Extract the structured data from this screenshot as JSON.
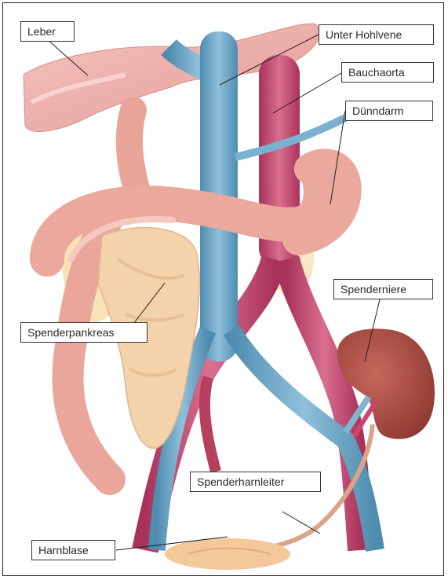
{
  "labels": {
    "leber": "Leber",
    "vena_cava": "Unter Hohlvene",
    "aorta": "Bauchaorta",
    "duenndarm": "Dünndarm",
    "spenderniere": "Spenderniere",
    "spenderpankreas": "Spenderpankreas",
    "spenderharnleiter": "Spenderharnleiter",
    "harnblase": "Harnblase"
  },
  "colors": {
    "vein": "#6aa3c6",
    "artery": "#c8466f",
    "intestine": "#eaa49a",
    "liver": "#eeb0aa",
    "kidney": "#a8473f",
    "pancreas": "#f2cfa8",
    "bladder": "#f1c293"
  }
}
